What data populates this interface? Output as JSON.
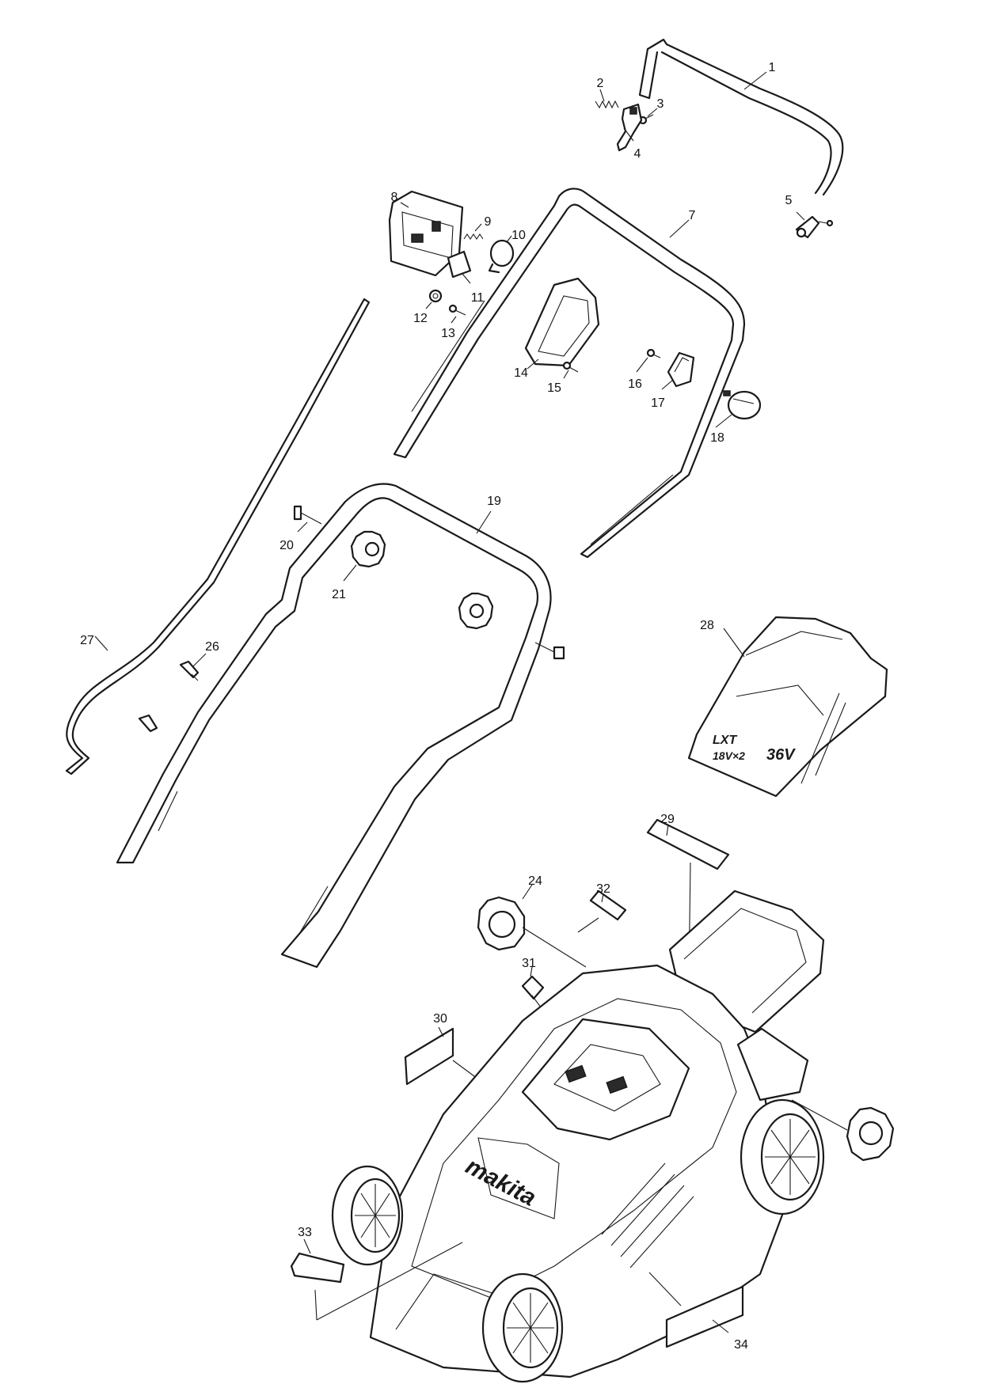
{
  "callouts": [
    "1",
    "2",
    "3",
    "4",
    "5",
    "7",
    "8",
    "9",
    "10",
    "11",
    "12",
    "13",
    "14",
    "15",
    "16",
    "17",
    "18",
    "19",
    "20",
    "21",
    "24",
    "26",
    "27",
    "28",
    "29",
    "30",
    "31",
    "32",
    "33",
    "34"
  ],
  "battery_cover_text": {
    "series": "LXT",
    "brand_mark": "18V×2",
    "voltage": "36V"
  },
  "deck_brand": "makita"
}
